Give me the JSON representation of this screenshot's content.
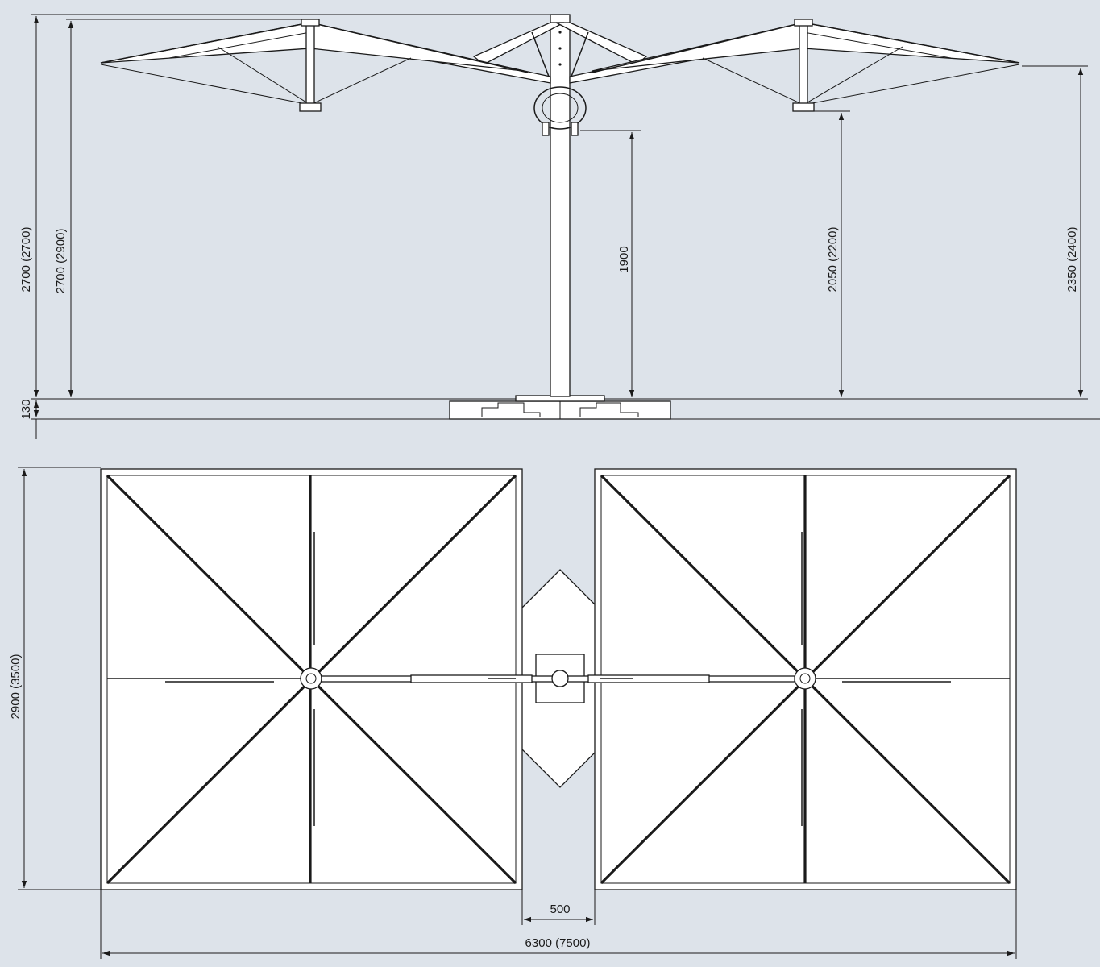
{
  "colors": {
    "background": "#dde3ea",
    "line": "#1a1a1a",
    "canopy": "#ffffff"
  },
  "side_view": {
    "dims": {
      "overall_height": "2700 (2700)",
      "canopy_top_height": "2700 (2900)",
      "base_height": "130",
      "pole_clearance": "1900",
      "inner_edge_height": "2050 (2200)",
      "outer_edge_height": "2350 (2400)"
    }
  },
  "top_view": {
    "dims": {
      "canopy_depth": "2900 (3500)",
      "canopy_gap": "500",
      "overall_width": "6300 (7500)"
    }
  }
}
